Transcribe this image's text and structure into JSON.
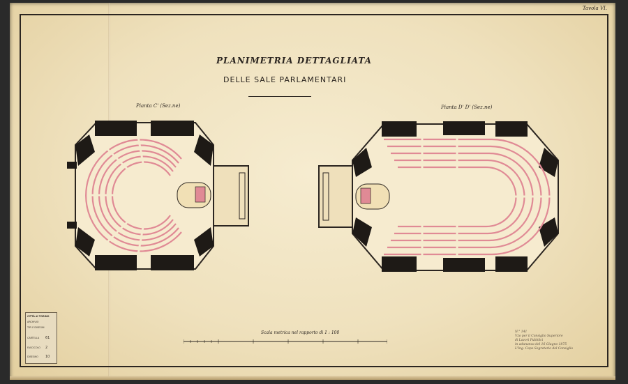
{
  "header": {
    "title_line1": "PLANIMETRIA DETTAGLIATA",
    "title_line2": "DELLE SALE PARLAMENTARI",
    "sheet_number": "Tavola VI."
  },
  "plans": {
    "left_label": "Pianta C' (Sez.ne)",
    "right_label": "Pianta D' D' (Sez.ne)"
  },
  "scale": {
    "label": "Scala metrica nel rapporto di 1 : 100"
  },
  "stamp": {
    "line1": "CITTÀ di TORINO",
    "line2": "ARCHIVIO",
    "line3": "TIPI E DISEGNI",
    "cartella_label": "CARTELLA",
    "cartella_value": "61",
    "fascicolo_label": "FASCICOLO",
    "fascicolo_value": "2",
    "disegno_label": "DISEGNO",
    "disegno_value": "10"
  },
  "signature": {
    "line1": "N.° 141",
    "line2": "V.to per il Consiglio Superiore",
    "line3": "di Lavori Pubblici",
    "line4": "in adunanza del 16 Giugno 1875",
    "line5": "L'Ing. Capo Segretario del Consiglio"
  },
  "colors": {
    "paper": "#f3e6c6",
    "ink": "#2b2520",
    "seats": "#e89aa2"
  }
}
